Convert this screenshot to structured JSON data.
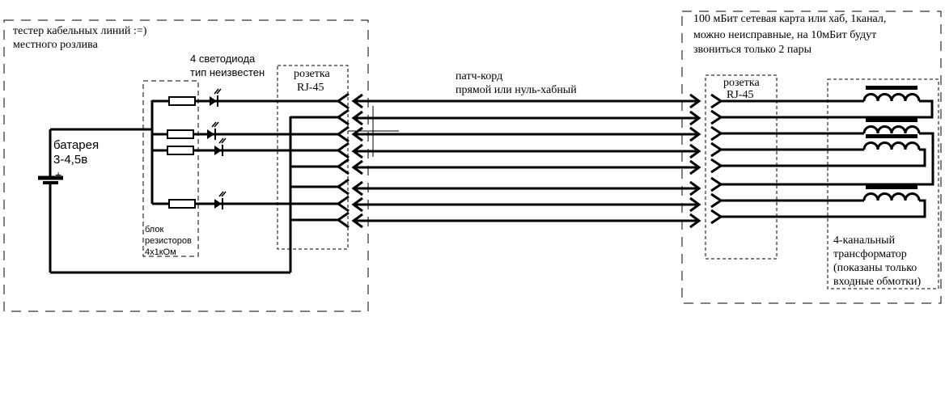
{
  "tester": {
    "title_line1": "тестер кабельных линий :=)",
    "title_line2": "местного розлива",
    "leds_line1": "4 светодиода",
    "leds_line2": "тип неизвестен",
    "battery_line1": "батарея",
    "battery_line2": "3-4,5в",
    "battery_plus": "+",
    "socket_line1": "розетка",
    "socket_line2": "RJ-45",
    "resistors_line1": "блок",
    "resistors_line2": "резисторов",
    "resistors_line3": "4х1кОм"
  },
  "patch_cord": {
    "line1": "патч-корд",
    "line2": "прямой или нуль-хабный"
  },
  "device": {
    "title_line1": "100 мБит сетевая карта или хаб, 1канал,",
    "title_line2": "можно неисправные, на 10мБит будут",
    "title_line3": "звониться только 2 пары",
    "socket_line1": "розетка",
    "socket_line2": "RJ-45",
    "transformer_line1": "4-канальный",
    "transformer_line2": "трансформатор",
    "transformer_line3": " (показаны только",
    "transformer_line4": "входные обмотки)"
  }
}
